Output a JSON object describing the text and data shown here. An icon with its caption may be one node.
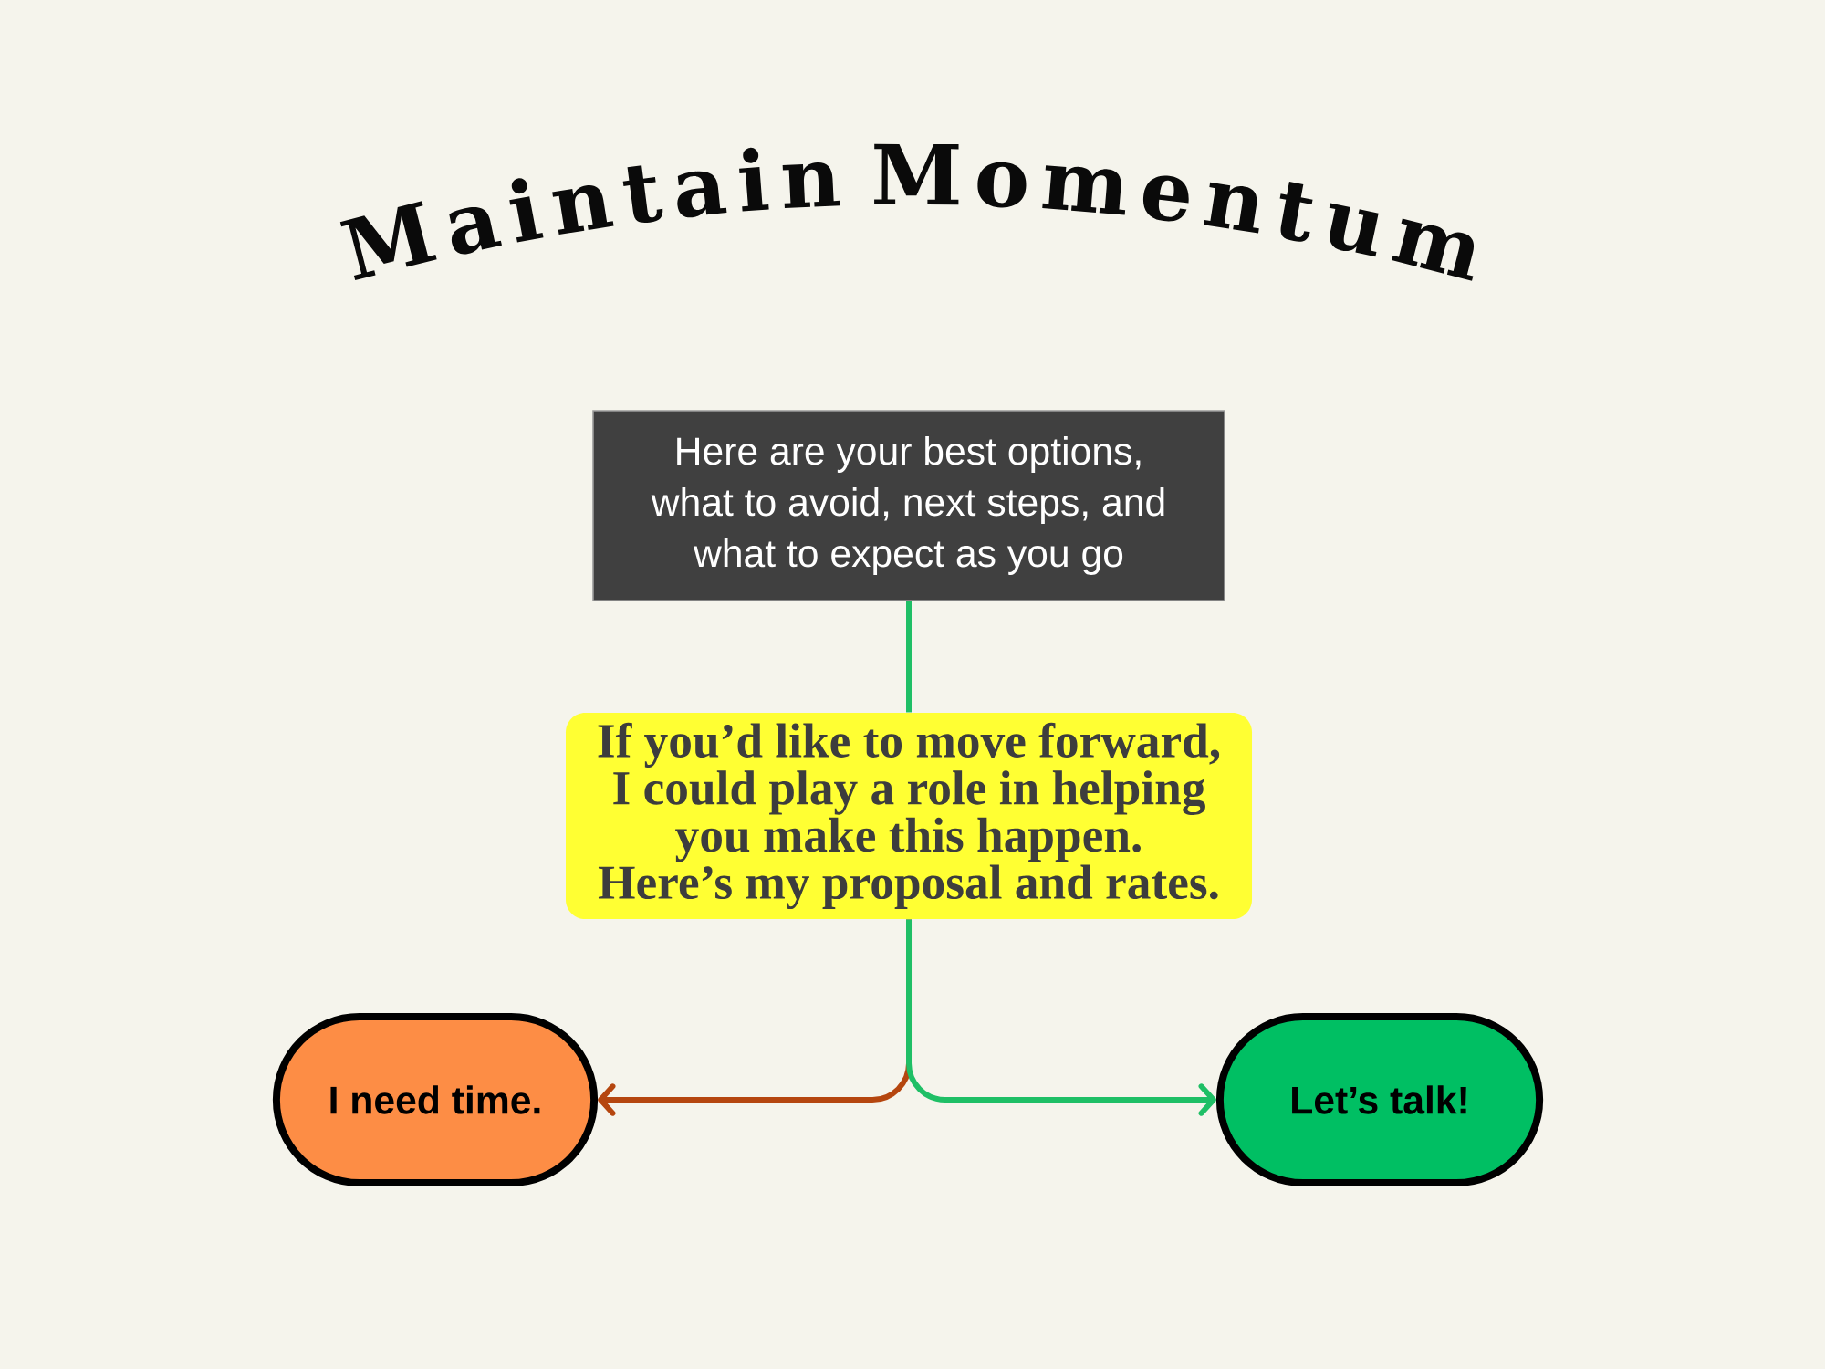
{
  "diagram": {
    "title": "Maintain Momentum",
    "nodes": [
      {
        "text": [
          "Here are your best options, what to avoid, next steps, and what to expect as you go"
        ]
      },
      {
        "text": [
          "If you’d like to move forward, I could play a role in helping you make this happen.",
          "Here’s my proposal and rates."
        ]
      },
      {
        "text": [
          "I need time."
        ]
      },
      {
        "text": [
          "Let’s talk!"
        ]
      }
    ],
    "edges": [
      {
        "from": 0,
        "to": 1,
        "arrow": "none"
      },
      {
        "from": 1,
        "to": 2,
        "arrow": "to",
        "color": "#b5460f"
      },
      {
        "from": 1,
        "to": 3,
        "arrow": "to"
      }
    ]
  }
}
